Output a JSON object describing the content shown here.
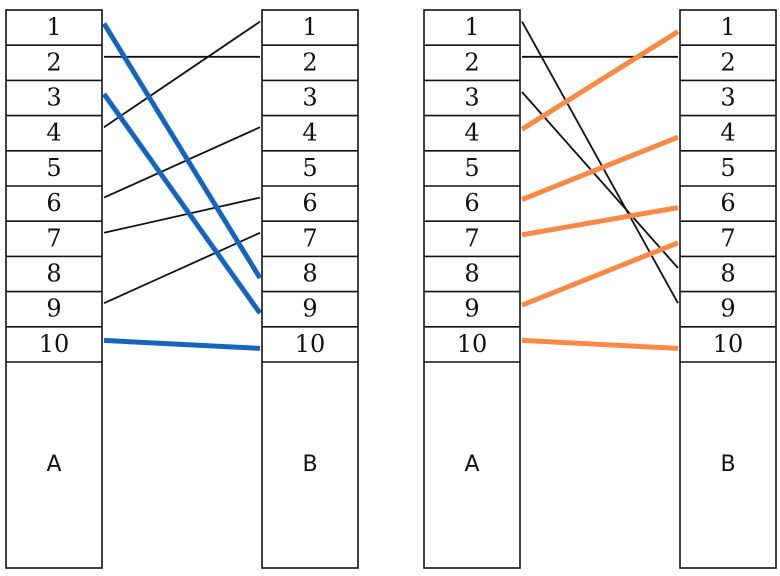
{
  "panels": [
    {
      "left_column": {
        "label": "A",
        "rows": [
          "1",
          "2",
          "3",
          "4",
          "5",
          "6",
          "7",
          "8",
          "9",
          "10"
        ]
      },
      "right_column": {
        "label": "B",
        "rows": [
          "1",
          "2",
          "3",
          "4",
          "5",
          "6",
          "7",
          "8",
          "9",
          "10"
        ]
      },
      "highlight_color": "#1565c0",
      "connections": [
        {
          "from": 1,
          "to": 8,
          "highlight": true
        },
        {
          "from": 3,
          "to": 9,
          "highlight": true
        },
        {
          "from": 10,
          "to": 10,
          "highlight": true
        },
        {
          "from": 2,
          "to": 2,
          "highlight": false
        },
        {
          "from": 4,
          "to": 1,
          "highlight": false
        },
        {
          "from": 6,
          "to": 4,
          "highlight": false
        },
        {
          "from": 7,
          "to": 6,
          "highlight": false
        },
        {
          "from": 9,
          "to": 7,
          "highlight": false
        }
      ]
    },
    {
      "left_column": {
        "label": "A",
        "rows": [
          "1",
          "2",
          "3",
          "4",
          "5",
          "6",
          "7",
          "8",
          "9",
          "10"
        ]
      },
      "right_column": {
        "label": "B",
        "rows": [
          "1",
          "2",
          "3",
          "4",
          "5",
          "6",
          "7",
          "8",
          "9",
          "10"
        ]
      },
      "highlight_color": "#f98a45",
      "connections": [
        {
          "from": 1,
          "to": 9,
          "highlight": false
        },
        {
          "from": 2,
          "to": 2,
          "highlight": false
        },
        {
          "from": 3,
          "to": 8,
          "highlight": false
        },
        {
          "from": 4,
          "to": 1,
          "highlight": true
        },
        {
          "from": 6,
          "to": 4,
          "highlight": true
        },
        {
          "from": 7,
          "to": 6,
          "highlight": true
        },
        {
          "from": 9,
          "to": 7,
          "highlight": true
        },
        {
          "from": 10,
          "to": 10,
          "highlight": true
        }
      ]
    }
  ]
}
